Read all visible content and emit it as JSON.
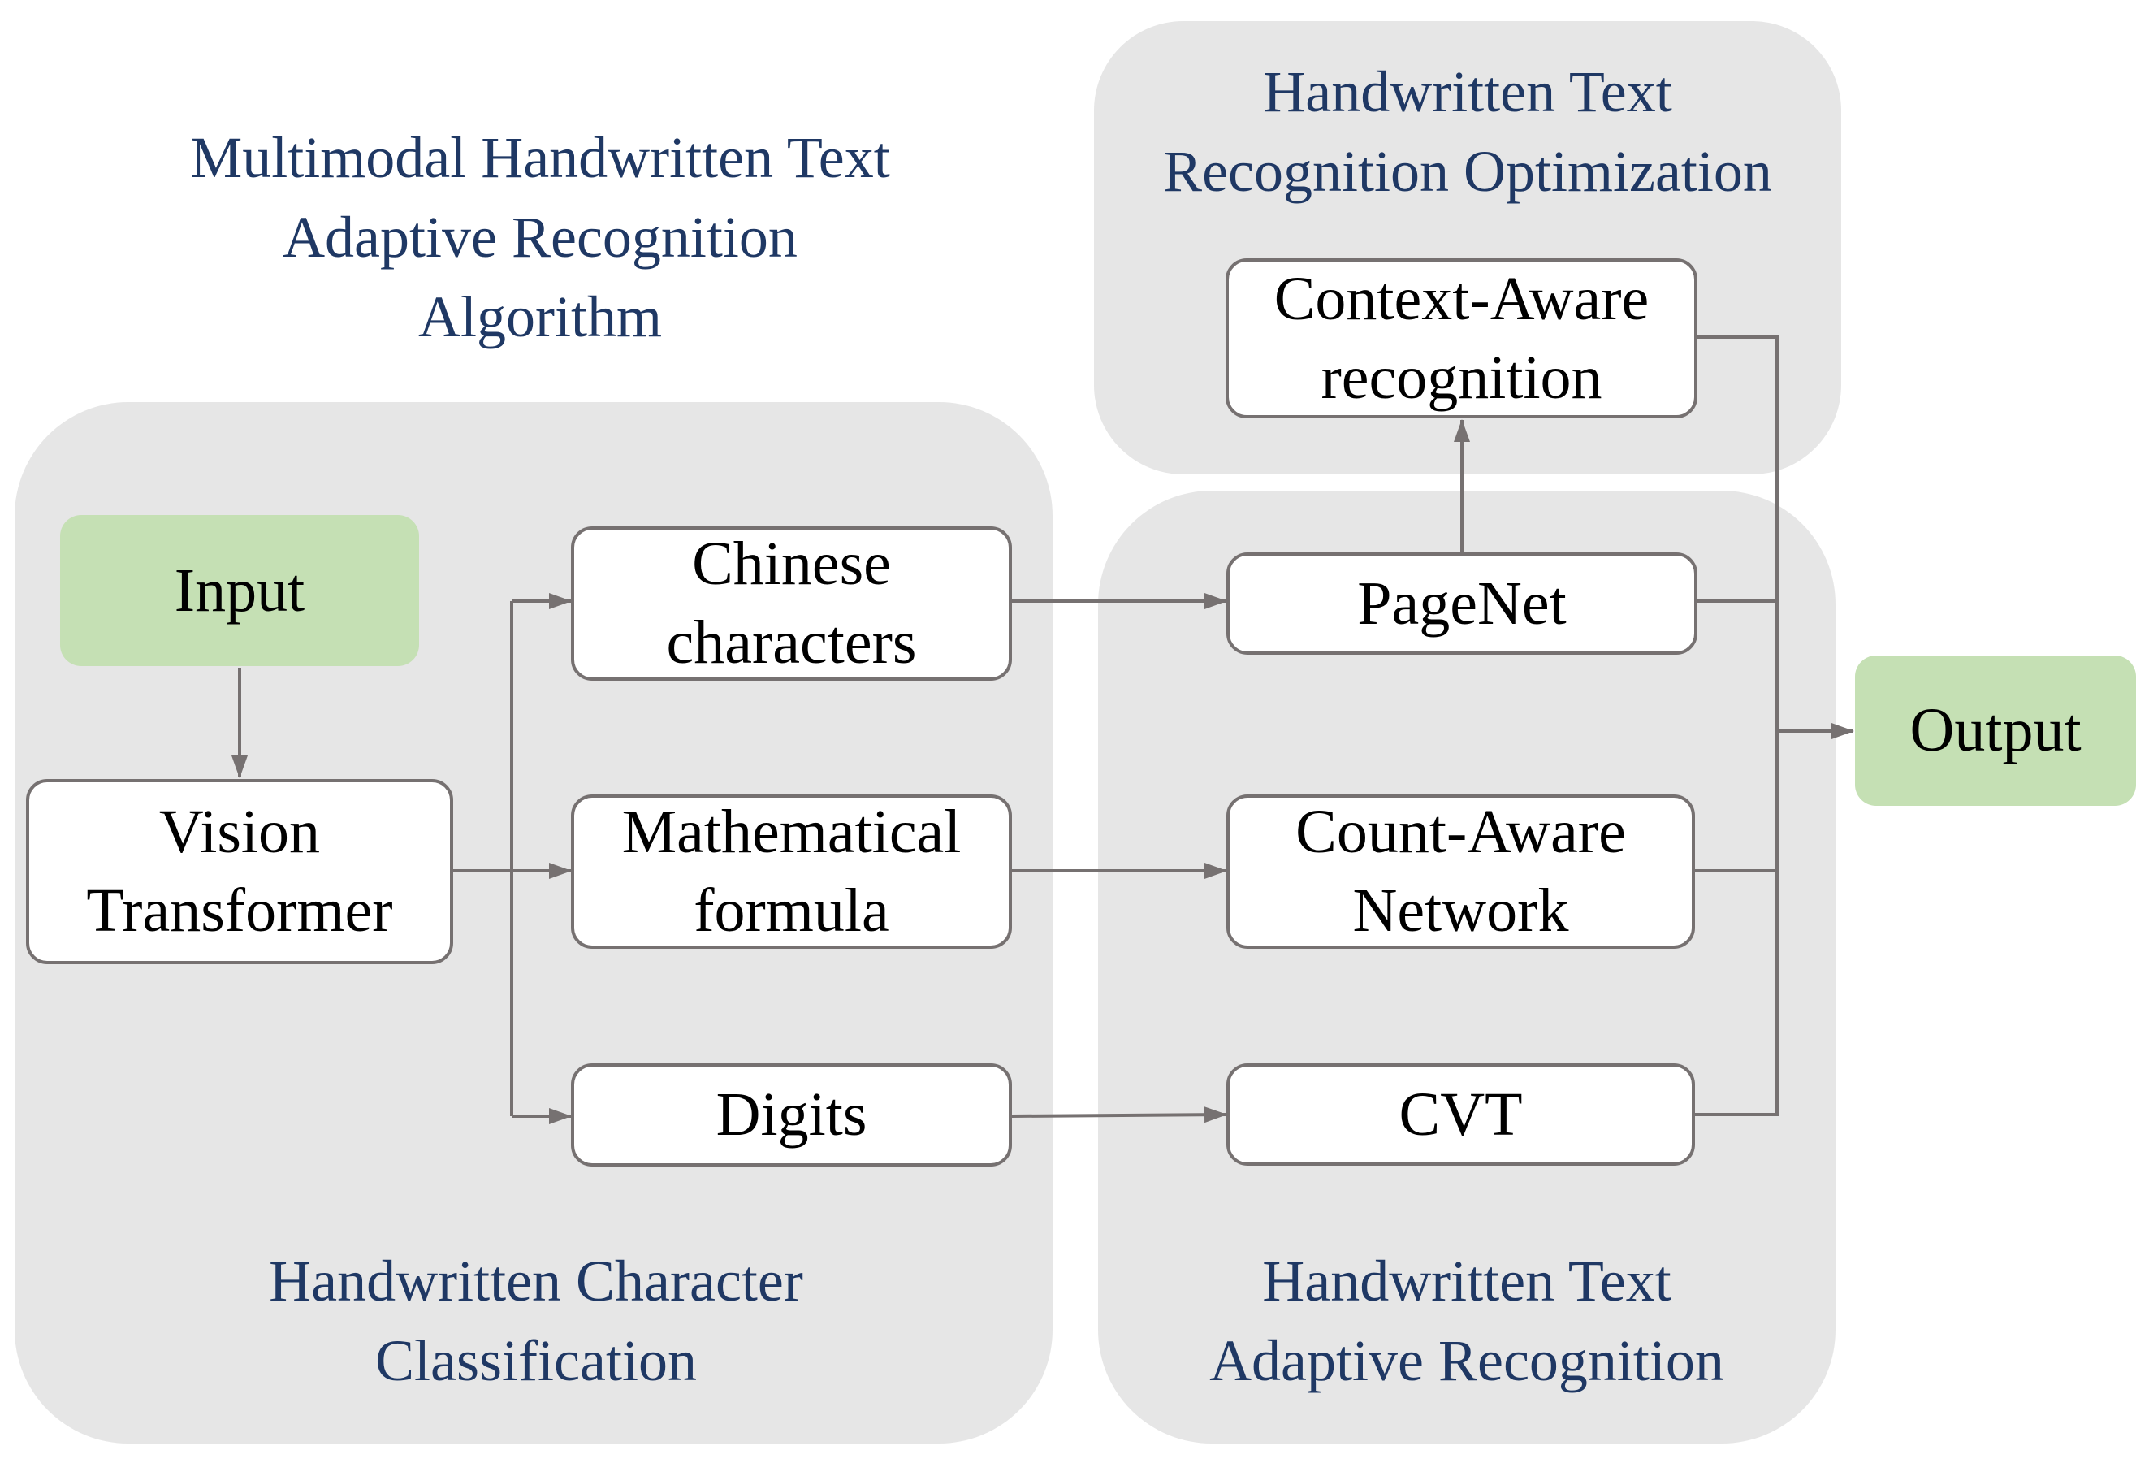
{
  "main_title": "Multimodal Handwritten Text\nAdaptive Recognition\nAlgorithm",
  "groups": {
    "classification": "Handwritten Character\nClassification",
    "adaptive": "Handwritten Text\nAdaptive Recognition",
    "optimization": "Handwritten Text\nRecognition Optimization"
  },
  "nodes": {
    "input": "Input",
    "vit": "Vision\nTransformer",
    "chinese": "Chinese\ncharacters",
    "math": "Mathematical\nformula",
    "digits": "Digits",
    "pagenet": "PageNet",
    "can": "Count-Aware\nNetwork",
    "cvt": "CVT",
    "context": "Context-Aware\nrecognition",
    "output": "Output"
  },
  "colors": {
    "region_fill": "#e6e6e6",
    "io_fill": "#c5e0b4",
    "title_text": "#1f3864",
    "arrow": "#767171"
  }
}
